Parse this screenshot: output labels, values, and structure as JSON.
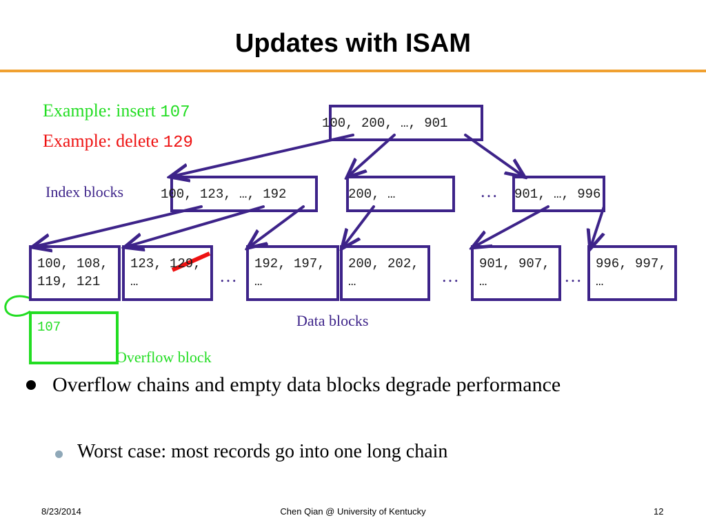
{
  "slide": {
    "title": "Updates with ISAM",
    "colors": {
      "accent_rule": "#f0a030",
      "box": "#3d2389",
      "insert": "#22dd22",
      "delete": "#ee1111"
    }
  },
  "examples": {
    "insert_label": "Example: insert",
    "insert_value": "107",
    "delete_label": "Example: delete",
    "delete_value": "129"
  },
  "tree": {
    "root": "100, 200, …, 901",
    "index_label": "Index blocks",
    "index_blocks": [
      "100, 123, …, 192",
      "200, …",
      "901, …, 996"
    ],
    "index_dots": "…",
    "data_blocks": [
      {
        "line1": "100, 108,",
        "line2": "119, 121"
      },
      {
        "line1": "123, 129,",
        "line2": "…"
      },
      {
        "line1": "192, 197,",
        "line2": "…"
      },
      {
        "line1": "200, 202,",
        "line2": "…"
      },
      {
        "line1": "901, 907,",
        "line2": "…"
      },
      {
        "line1": "996, 997,",
        "line2": "…"
      }
    ],
    "data_dots": [
      "…",
      "…",
      "…"
    ],
    "data_label": "Data blocks",
    "overflow_value": "107",
    "overflow_label": "Overflow block"
  },
  "bullets": {
    "main": "Overflow chains and empty data blocks degrade performance",
    "sub": "Worst case: most records go into one long chain"
  },
  "footer": {
    "date": "8/23/2014",
    "center": "Chen Qian @ University of Kentucky",
    "page": "12"
  }
}
